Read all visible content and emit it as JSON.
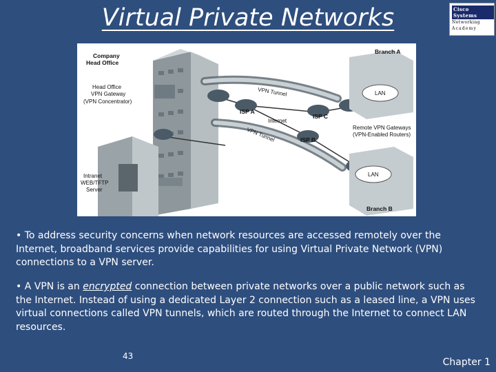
{
  "slide": {
    "title_line1": "Virtual Private Networks",
    "title_line2": "(VPN)",
    "page_number": "43",
    "chapter": "Chapter 1"
  },
  "logo": {
    "top": "Cisco Systems",
    "middle": "Networking",
    "bottom": "Academy"
  },
  "diagram": {
    "company": "Company",
    "head_office": "Head Office",
    "head_office_vpn_line1": "Head Office",
    "head_office_vpn_line2": "VPN Gateway",
    "head_office_vpn_line3": "(VPN Concentrator)",
    "intranet_line1": "Intranet",
    "intranet_line2": "WEB/TFTP",
    "intranet_line3": "Server",
    "vpn_tunnel_top": "VPN Tunnel",
    "vpn_tunnel_bottom": "VPN Tunnel",
    "isp_a": "ISP A",
    "isp_b": "ISP B",
    "isp_c": "ISP C",
    "internet": "Internet",
    "branch_a": "Branch A",
    "branch_b": "Branch B",
    "lan_a": "LAN",
    "lan_b": "LAN",
    "remote_line1": "Remote VPN Gateways",
    "remote_line2": "(VPN-Enabled Routers)"
  },
  "paragraphs": {
    "p1": "• To address security concerns when network resources are accessed remotely over the Internet, broadband services provide capabilities for using Virtual Private Network (VPN) connections to a VPN server.",
    "p2_before": "• A VPN is an ",
    "p2_emph": "encrypted",
    "p2_after": " connection between private networks over a public network such as the Internet. Instead of using a dedicated Layer 2 connection such as a leased line, a VPN uses virtual connections called VPN tunnels, which are routed through the Internet to connect LAN resources."
  },
  "colors": {
    "background": "#2e4e7e",
    "text": "#ffffff",
    "router": "#4a5a66",
    "building": "#a8b0b4"
  },
  "icons": [
    "router-icon",
    "building-icon",
    "server-icon",
    "cloud-icon",
    "switch-icon"
  ]
}
